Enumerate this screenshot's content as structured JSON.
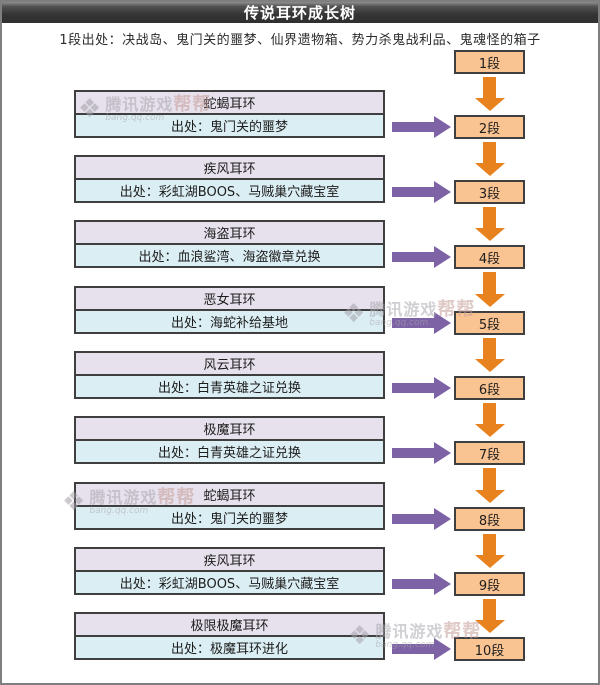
{
  "page": {
    "title": "传说耳环成长树",
    "subtitle": "1段出处：决战岛、鬼门关的噩梦、仙界遗物箱、势力杀鬼战利品、鬼魂怪的箱子"
  },
  "stages": [
    {
      "label": "1段"
    },
    {
      "label": "2段"
    },
    {
      "label": "3段"
    },
    {
      "label": "4段"
    },
    {
      "label": "5段"
    },
    {
      "label": "6段"
    },
    {
      "label": "7段"
    },
    {
      "label": "8段"
    },
    {
      "label": "9段"
    },
    {
      "label": "10段"
    }
  ],
  "earrings": [
    {
      "name": "蛇蝎耳环",
      "source": "出处：鬼门关的噩梦",
      "to_stage": "2段"
    },
    {
      "name": "疾风耳环",
      "source": "出处：彩虹湖BOOS、马贼巢穴藏宝室",
      "to_stage": "3段"
    },
    {
      "name": "海盗耳环",
      "source": "出处：血浪鲨湾、海盗徽章兑换",
      "to_stage": "4段"
    },
    {
      "name": "恶女耳环",
      "source": "出处：海蛇补给基地",
      "to_stage": "5段"
    },
    {
      "name": "风云耳环",
      "source": "出处：白青英雄之证兑换",
      "to_stage": "6段"
    },
    {
      "name": "极魔耳环",
      "source": "出处：白青英雄之证兑换",
      "to_stage": "7段"
    },
    {
      "name": "蛇蝎耳环",
      "source": "出处：鬼门关的噩梦",
      "to_stage": "8段"
    },
    {
      "name": "疾风耳环",
      "source": "出处：彩虹湖BOOS、马贼巢穴藏宝室",
      "to_stage": "9段"
    },
    {
      "name": "极限极魔耳环",
      "source": "出处：极魔耳环进化",
      "to_stage": "10段"
    }
  ],
  "watermark": {
    "logo": "bangbang-clover-icon",
    "brand": "腾讯游戏",
    "tail": "帮帮",
    "url": "bang.qq.com"
  },
  "colors": {
    "titlebar-bg": "#343434",
    "page-border": "#7f7f7f",
    "box-border": "#3f3f3f",
    "stage-fill": "#fac392",
    "orange-arrow": "#e8821e",
    "purple-arrow": "#7d63a5",
    "row-title-bg": "#e7e1ed",
    "row-src-bg": "#dbeef4"
  }
}
